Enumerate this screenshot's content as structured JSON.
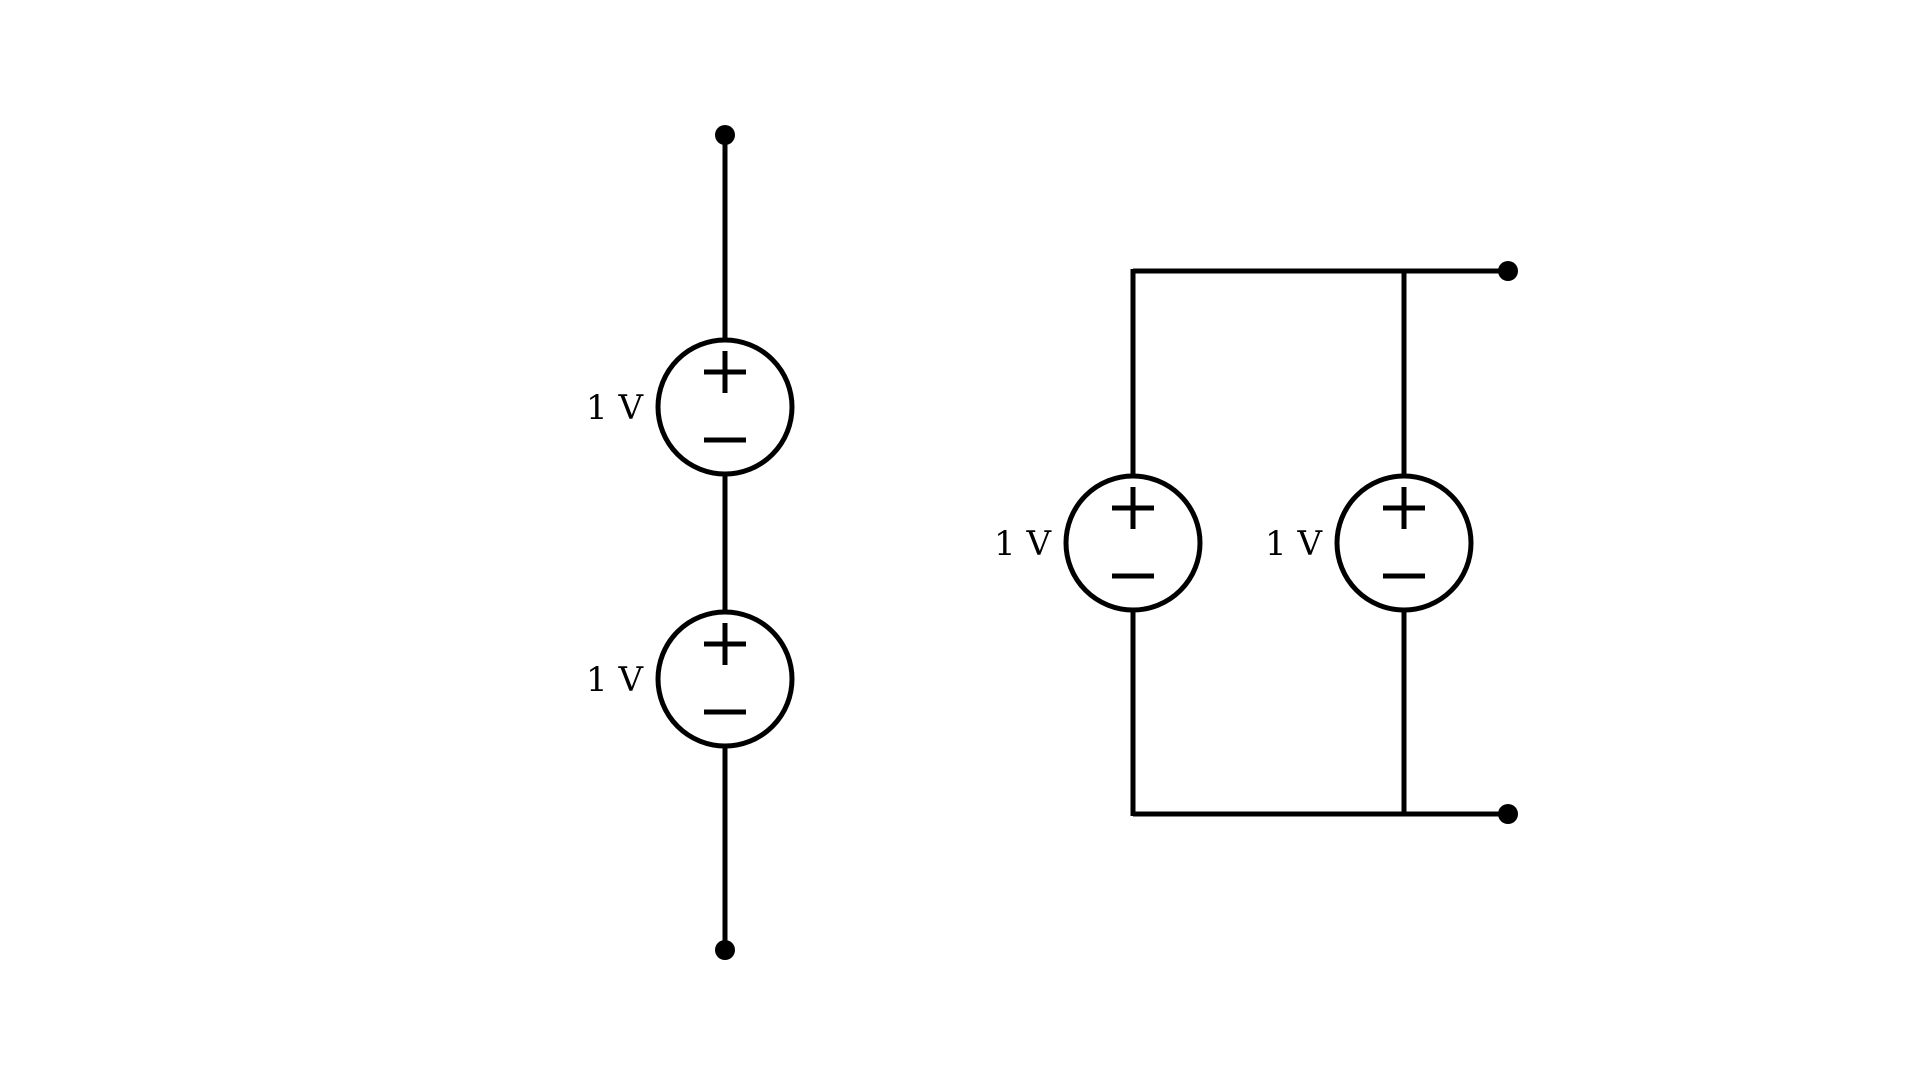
{
  "diagram": {
    "series_circuit": {
      "source_top": {
        "label": "1 V"
      },
      "source_bottom": {
        "label": "1 V"
      }
    },
    "parallel_circuit": {
      "source_left": {
        "label": "1 V"
      },
      "source_right": {
        "label": "1 V"
      }
    }
  },
  "colors": {
    "stroke": "#000000",
    "background": "#ffffff"
  }
}
